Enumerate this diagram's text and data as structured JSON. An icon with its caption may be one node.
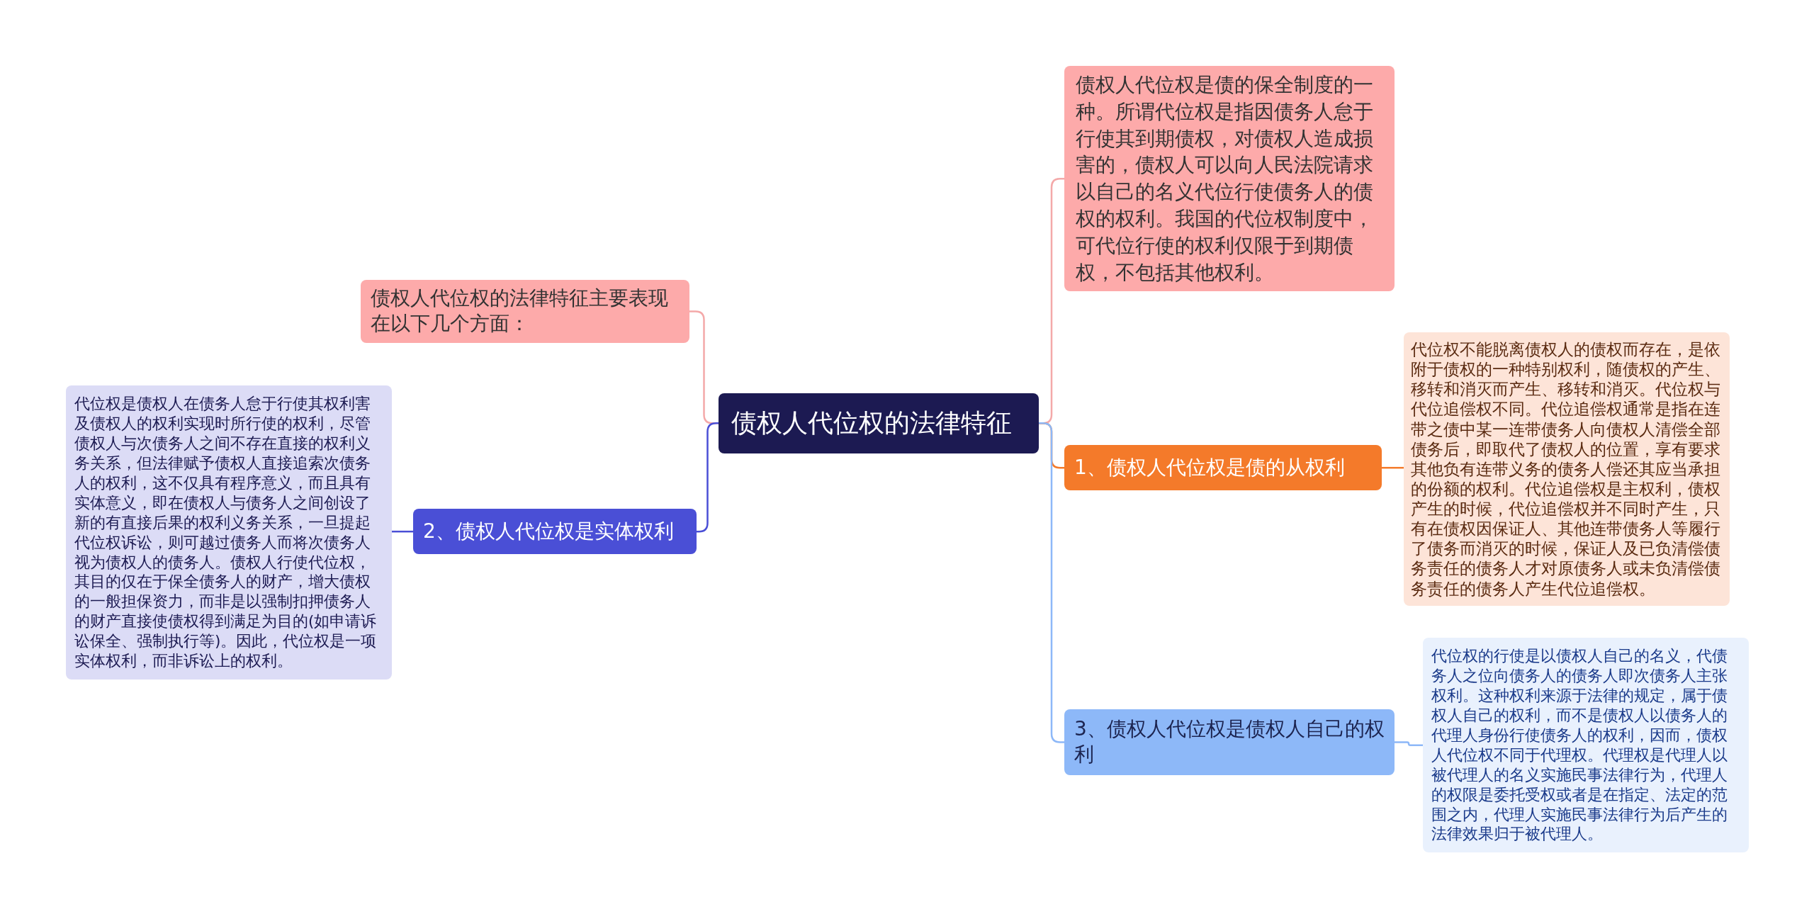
{
  "diagram": {
    "nodes": [
      {
        "text": [
          "债权人代位权的法律特征"
        ]
      },
      {
        "text": [
          "债权人代位权的法律特征主要表现在以下几个方面："
        ]
      },
      {
        "text": [
          "2、债权人代位权是实体权利"
        ]
      },
      {
        "text": [
          "代位权是债权人在债务人怠于行使其权利害及债权人的权利实现时所行使的权利，尽管债权人与次债务人之间不存在直接的权利义务关系，但法律赋予债权人直接追索次债务人的权利，这不仅具有程序意义，而且具有实体意义，即在债权人与债务人之间创设了新的有直接后果的权利义务关系，一旦提起代位权诉讼，则可越过债务人而将次债务人视为债权人的债务人。债权人行使代位权，其目的仅在于保全债务人的财产，增大债权的一般担保资力，而非是以强制扣押债务人的财产直接使债权得到满足为目的(如申请诉讼保全、强制执行等)。因此，代位权是一项实体权利，而非诉讼上的权利。"
        ]
      },
      {
        "text": [
          "债权人代位权是债的保全制度的一种。所谓代位权是指因债务人怠于行使其到期债权，对债权人造成损害的，债权人可以向人民法院请求以自己的名义代位行使债务人的债权的权利。我国的代位权制度中，可代位行使的权利仅限于到期债权，不包括其他权利。"
        ]
      },
      {
        "text": [
          "1、债权人代位权是债的从权利"
        ]
      },
      {
        "text": [
          "代位权不能脱离债权人的债权而存在，是依附于债权的一种特别权利，随债权的产生、移转和消灭而产生、移转和消灭。代位权与代位追偿权不同。代位追偿权通常是指在连带之债中某一连带债务人向债权人清偿全部债务后，即取代了债权人的位置，享有要求其他负有连带义务的债务人偿还其应当承担的份额的权利。代位追偿权是主权利，债权产生的时候，代位追偿权并不同时产生，只有在债权因保证人、其他连带债务人等履行了债务而消灭的时候，保证人及已负清偿债务责任的债务人才对原债务人或未负清偿债务责任的债务人产生代位追偿权。"
        ]
      },
      {
        "text": [
          "3、债权人代位权是债权人自己的权利"
        ]
      },
      {
        "text": [
          "代位权的行使是以债权人自己的名义，代债务人之位向债务人的债务人即次债务人主张权利。这种权利来源于法律的规定，属于债权人自己的权利，而不是债权人以债务人的代理人身份行使债务人的权利，因而，债权人代位权不同于代理权。代理权是代理人以被代理人的名义实施民事法律行为，代理人的权限是委托受权或者是在指定、法定的范围之内，代理人实施民事法律行为后产生的法律效果归于被代理人。"
        ]
      }
    ],
    "edges": [
      {
        "from": 0,
        "to": 1,
        "arrow": "none",
        "color": "#f4a9a9"
      },
      {
        "from": 0,
        "to": 2,
        "arrow": "none",
        "color": "#4a4fd6"
      },
      {
        "from": 2,
        "to": 3,
        "arrow": "none",
        "color": "#4a4fd6"
      },
      {
        "from": 0,
        "to": 4,
        "arrow": "none",
        "color": "#f4a9a9"
      },
      {
        "from": 0,
        "to": 5,
        "arrow": "none",
        "color": "#f47a2a"
      },
      {
        "from": 5,
        "to": 6,
        "arrow": "none",
        "color": "#f47a2a"
      },
      {
        "from": 0,
        "to": 7,
        "arrow": "none",
        "color": "#8db8f8"
      },
      {
        "from": 7,
        "to": 8,
        "arrow": "none",
        "color": "#8db8f8"
      }
    ]
  }
}
